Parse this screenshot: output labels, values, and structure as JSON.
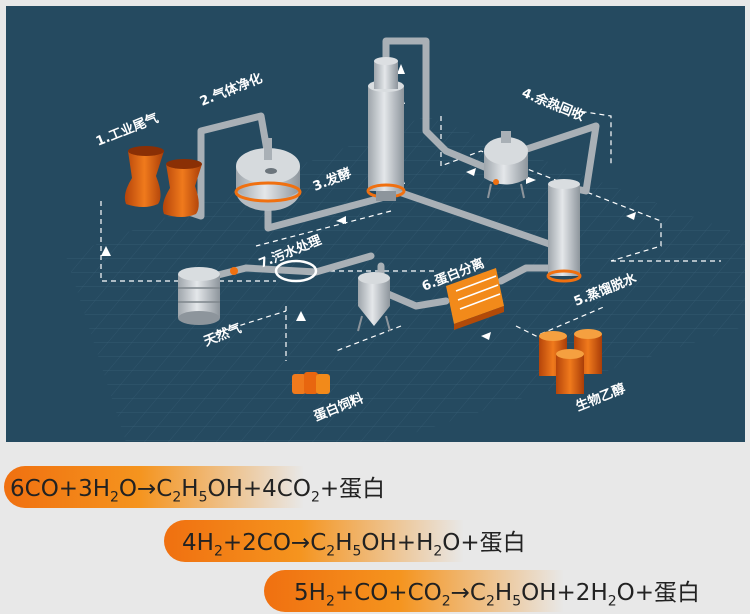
{
  "labels": {
    "step1": "1.工业尾气",
    "step2": "2.气体净化",
    "step3": "3.发酵",
    "step4": "4.余热回收",
    "step5": "5.蒸馏脱水",
    "step6": "6.蛋白分离",
    "step7": "7.污水处理",
    "gas": "天然气",
    "feed": "蛋白饲料",
    "ethanol": "生物乙醇"
  },
  "equations": [
    [
      {
        "t": "6CO+3H"
      },
      {
        "s": "2"
      },
      {
        "t": "O→C"
      },
      {
        "s": "2"
      },
      {
        "t": "H"
      },
      {
        "s": "5"
      },
      {
        "t": "OH+4CO"
      },
      {
        "s": "2"
      },
      {
        "t": "+蛋白"
      }
    ],
    [
      {
        "t": "4H"
      },
      {
        "s": "2"
      },
      {
        "t": "+2CO→C"
      },
      {
        "s": "2"
      },
      {
        "t": "H"
      },
      {
        "s": "5"
      },
      {
        "t": "OH+H"
      },
      {
        "s": "2"
      },
      {
        "t": "O+蛋白"
      }
    ],
    [
      {
        "t": "5H"
      },
      {
        "s": "2"
      },
      {
        "t": "+CO+CO"
      },
      {
        "s": "2"
      },
      {
        "t": "→C"
      },
      {
        "s": "2"
      },
      {
        "t": "H"
      },
      {
        "s": "5"
      },
      {
        "t": "OH+2H"
      },
      {
        "s": "2"
      },
      {
        "t": "O+蛋白"
      }
    ]
  ],
  "colors": {
    "background": "#254a60",
    "accent_orange": "#f07010",
    "pipe": "#a9b0b6",
    "equipment": "#c9ced3"
  }
}
